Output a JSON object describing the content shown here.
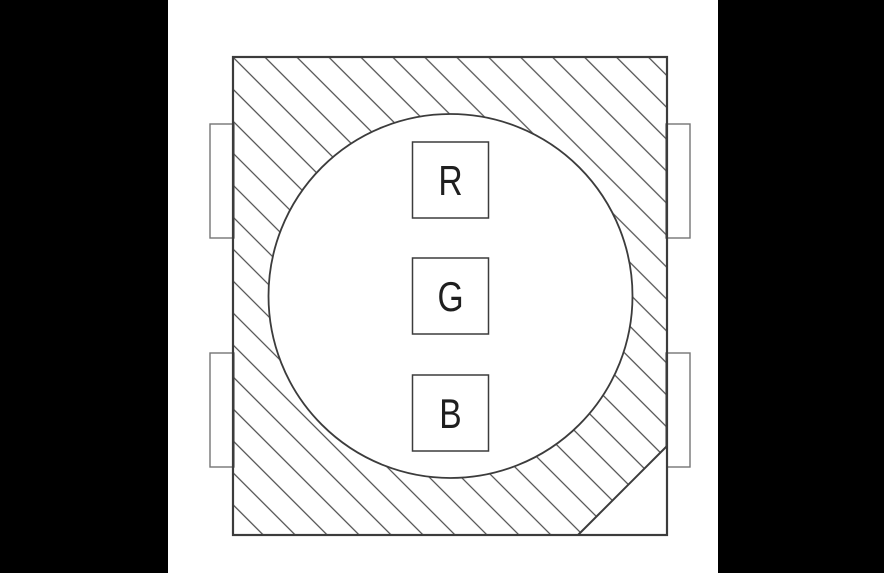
{
  "diagram": {
    "chips": [
      {
        "label": "R"
      },
      {
        "label": "G"
      },
      {
        "label": "B"
      }
    ],
    "colors": {
      "surface": "#ffffff",
      "letterbox": "#000000",
      "outline": "#3c3c3c",
      "hatch_line": "#4c4c4c",
      "tab_outline": "#757575",
      "label_text": "#1f1f1f"
    }
  }
}
